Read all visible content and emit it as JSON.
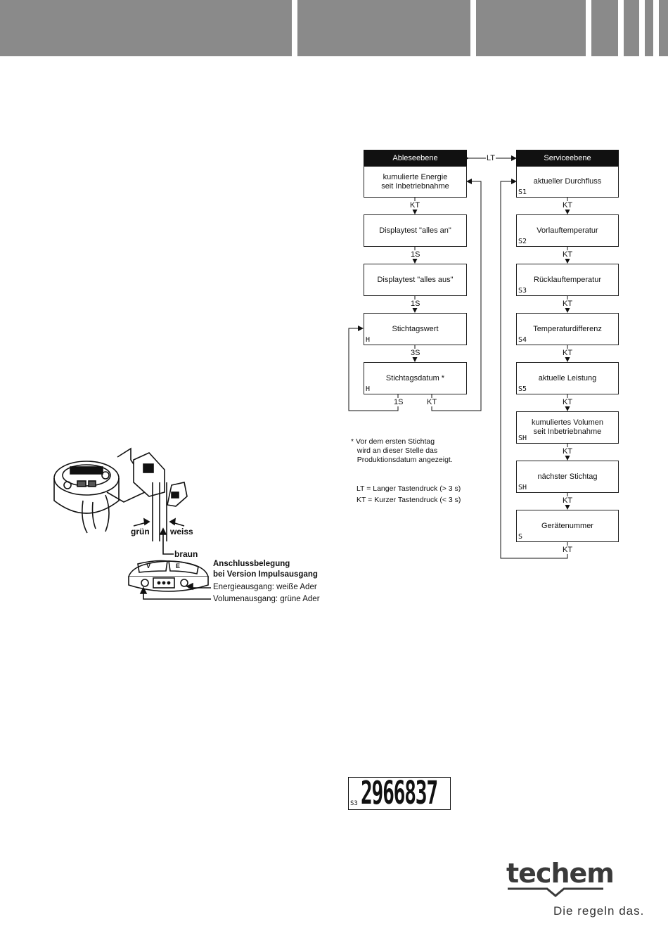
{
  "flow": {
    "left_header": "Ableseebene",
    "right_header": "Serviceebene",
    "lt_label": "LT",
    "left_boxes": [
      {
        "text": "kumulierte Energie\nseit Inbetriebnahme",
        "code": ""
      },
      {
        "text": "Displaytest \"alles an\"",
        "code": ""
      },
      {
        "text": "Displaytest \"alles aus\"",
        "code": ""
      },
      {
        "text": "Stichtagswert",
        "code": "H"
      },
      {
        "text": "Stichtagsdatum *",
        "code": "H"
      }
    ],
    "left_transitions": [
      "KT",
      "1S",
      "1S",
      "3S"
    ],
    "left_bottom_labels": [
      "1S",
      "KT"
    ],
    "right_boxes": [
      {
        "text": "aktueller Durchfluss",
        "code": "S1"
      },
      {
        "text": "Vorlauftemperatur",
        "code": "S2"
      },
      {
        "text": "Rücklauftemperatur",
        "code": "S3"
      },
      {
        "text": "Temperaturdifferenz",
        "code": "S4"
      },
      {
        "text": "aktuelle Leistung",
        "code": "S5"
      },
      {
        "text": "kumuliertes Volumen\nseit Inbetriebnahme",
        "code": "SH"
      },
      {
        "text": "nächster Stichtag",
        "code": "SH"
      },
      {
        "text": "Gerätenummer",
        "code": "S"
      }
    ],
    "right_transitions": [
      "KT",
      "KT",
      "KT",
      "KT",
      "KT",
      "KT",
      "KT",
      "KT"
    ]
  },
  "notes": {
    "footnote": "* Vor dem ersten Stichtag\n   wird an dieser Stelle das\n   Produktionsdatum angezeigt.",
    "lt_legend": "LT = Langer Tastendruck (> 3 s)",
    "kt_legend": "KT = Kurzer Tastendruck (< 3 s)"
  },
  "wiring": {
    "gruen": "grün",
    "weiss": "weiss",
    "braun": "braun",
    "term_v": "V",
    "term_e": "E",
    "title_line1": "Anschlussbelegung",
    "title_line2": "bei Version Impulsausgang",
    "energy": "Energieausgang: weiße Ader",
    "volume": "Volumenausgang: grüne Ader"
  },
  "display": {
    "prefix": "S3",
    "digits": "2966837"
  },
  "brand": {
    "name": "techem",
    "slogan": "Die regeln das."
  }
}
